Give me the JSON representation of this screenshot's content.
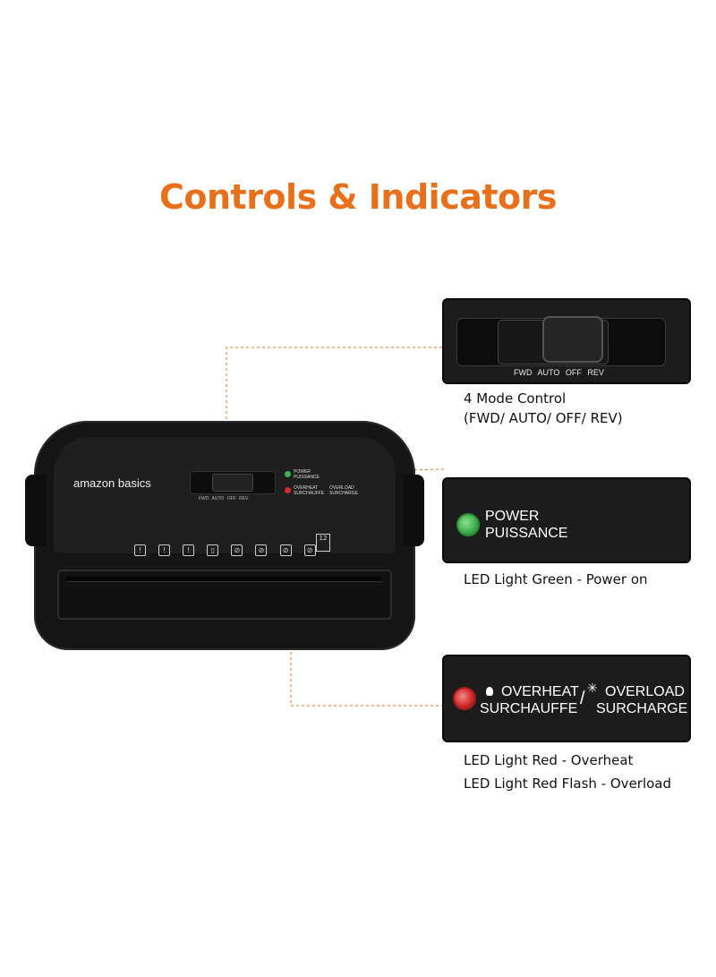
{
  "heading": "Controls & Indicators",
  "device": {
    "brand": "amazon basics",
    "switch_labels": [
      "FWD",
      "AUTO",
      "OFF",
      "REV"
    ],
    "power_label_1": "POWER",
    "power_label_2": "PUISSANCE",
    "overheat_label_1": "OVERHEAT",
    "overheat_label_2": "SURCHAUFFE",
    "overload_label_1": "OVERLOAD",
    "overload_label_2": "SURCHARGE",
    "sheet_capacity": "12"
  },
  "callouts": {
    "mode_control": {
      "switch_labels": [
        "FWD",
        "AUTO",
        "OFF",
        "REV"
      ],
      "caption_line1": "4 Mode Control",
      "caption_line2": "(FWD/ AUTO/ OFF/ REV)"
    },
    "power": {
      "label_1": "POWER",
      "label_2": "PUISSANCE",
      "caption": "LED Light Green - Power on"
    },
    "overheat": {
      "overheat_1": "OVERHEAT",
      "overheat_2": "SURCHAUFFE",
      "separator": "/",
      "overload_1": "OVERLOAD",
      "overload_2": "SURCHARGE",
      "caption_line1": "LED Light Red - Overheat",
      "caption_line2": "LED Light Red Flash - Overload"
    }
  },
  "colors": {
    "accent": "#e8701a",
    "led_green": "#3fb34f",
    "led_red": "#d62a2a",
    "panel": "#1c1c1c"
  }
}
